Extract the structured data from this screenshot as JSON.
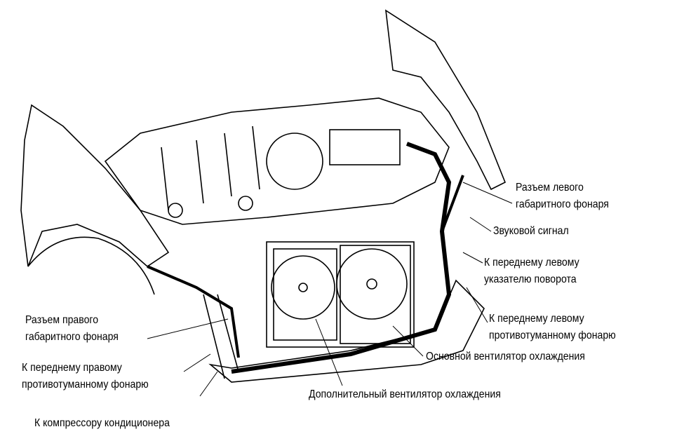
{
  "labels": {
    "left_parking_light_connector": [
      "Разъем левого",
      "габаритного фонаря"
    ],
    "horn": "Звуковой сигнал",
    "left_turn_signal": [
      "К переднему левому",
      "указателю поворота"
    ],
    "left_fog_light": [
      "К переднему левому",
      "противотуманному фонарю"
    ],
    "main_cooling_fan": "Основной вентилятор охлаждения",
    "aux_cooling_fan": "Дополнительный вентилятор охлаждения",
    "right_parking_light_connector": [
      "Разъем правого",
      "габаритного фонаря"
    ],
    "right_fog_light": [
      "К переднему правому",
      "противотуманному фонарю"
    ],
    "ac_compressor": "К компрессору кондиционера"
  }
}
